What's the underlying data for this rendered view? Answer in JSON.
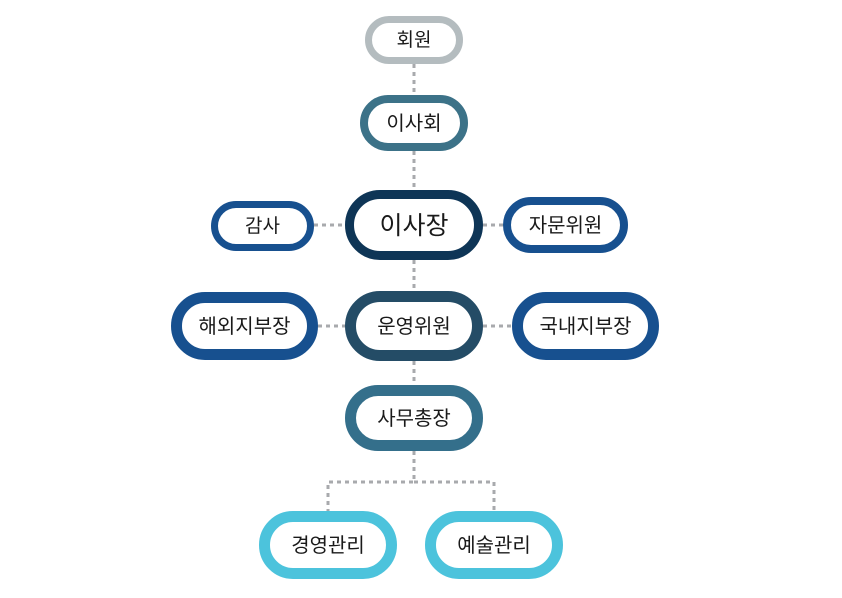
{
  "diagram": {
    "type": "organization-chart",
    "nodes": [
      {
        "id": "member",
        "label": "회원",
        "color": "#b4bcbf"
      },
      {
        "id": "board",
        "label": "이사회",
        "color": "#3c7288"
      },
      {
        "id": "chairman",
        "label": "이사장",
        "color": "#0e3556"
      },
      {
        "id": "audit",
        "label": "감사",
        "color": "#17508f"
      },
      {
        "id": "advisory",
        "label": "자문위원",
        "color": "#17508f"
      },
      {
        "id": "overseas",
        "label": "해외지부장",
        "color": "#17508f"
      },
      {
        "id": "operating",
        "label": "운영위원",
        "color": "#244c66"
      },
      {
        "id": "domestic",
        "label": "국내지부장",
        "color": "#17508f"
      },
      {
        "id": "secgen",
        "label": "사무총장",
        "color": "#346f8b"
      },
      {
        "id": "mgmt",
        "label": "경영관리",
        "color": "#4cc3dc"
      },
      {
        "id": "arts",
        "label": "예술관리",
        "color": "#4cc3dc"
      }
    ],
    "edges": [
      {
        "from": "member",
        "to": "board"
      },
      {
        "from": "board",
        "to": "chairman"
      },
      {
        "from": "chairman",
        "to": "audit"
      },
      {
        "from": "chairman",
        "to": "advisory"
      },
      {
        "from": "chairman",
        "to": "operating"
      },
      {
        "from": "operating",
        "to": "overseas"
      },
      {
        "from": "operating",
        "to": "domestic"
      },
      {
        "from": "operating",
        "to": "secgen"
      },
      {
        "from": "secgen",
        "to": "mgmt"
      },
      {
        "from": "secgen",
        "to": "arts"
      }
    ],
    "connector_color": "#a8aaad",
    "connector_style": "dotted"
  }
}
